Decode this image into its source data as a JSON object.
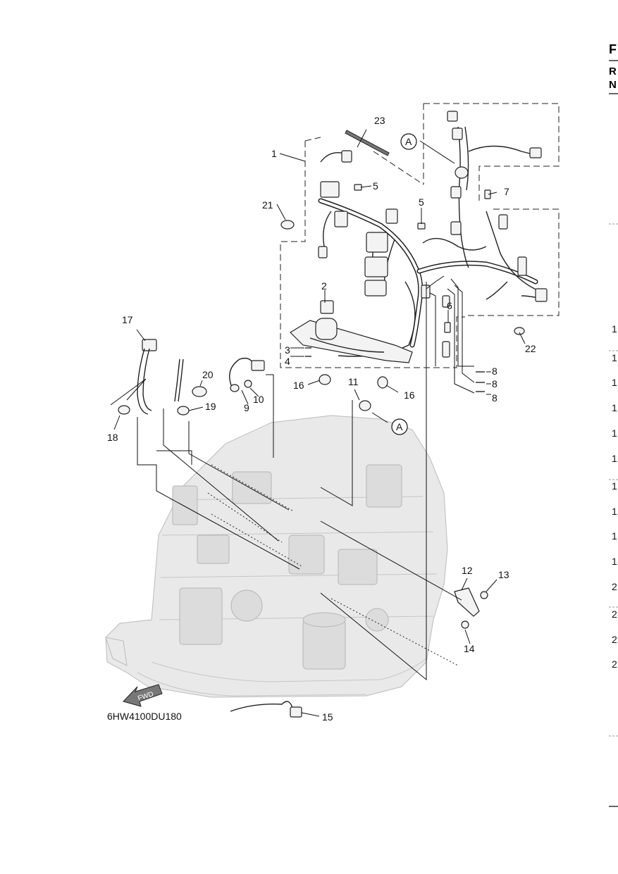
{
  "figure_code": "6HW4100DU180",
  "fwd_label": "FWD",
  "circle_ref": "A",
  "callouts": [
    "1",
    "2",
    "3",
    "4",
    "5",
    "5",
    "6",
    "7",
    "8",
    "8",
    "8",
    "9",
    "10",
    "11",
    "12",
    "13",
    "14",
    "15",
    "16",
    "16",
    "17",
    "18",
    "19",
    "20",
    "21",
    "22",
    "23"
  ],
  "margin_letters": [
    "F",
    "R",
    "N"
  ],
  "margin_digits": [
    "1",
    "1",
    "1",
    "1",
    "1",
    "1",
    "1",
    "1",
    "1",
    "1",
    "2",
    "2",
    "2",
    "2"
  ]
}
